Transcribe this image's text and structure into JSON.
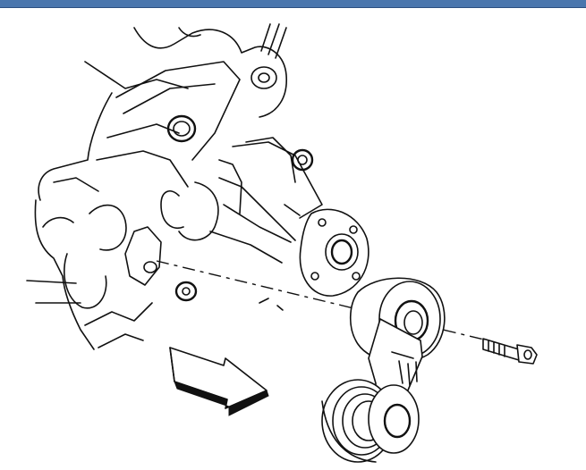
{
  "window": {
    "title_bar_color": "#4a76ad"
  },
  "diagram": {
    "subject": "drive-belt-tensioner-removal",
    "parts": [
      {
        "id": "engine-front-cover",
        "icon": "engine-block-icon"
      },
      {
        "id": "water-pump",
        "icon": "pump-icon"
      },
      {
        "id": "belt-tensioner",
        "icon": "pulley-icon"
      },
      {
        "id": "tensioner-bolt",
        "icon": "bolt-icon"
      },
      {
        "id": "removal-direction-arrow",
        "icon": "arrow-icon"
      }
    ]
  }
}
